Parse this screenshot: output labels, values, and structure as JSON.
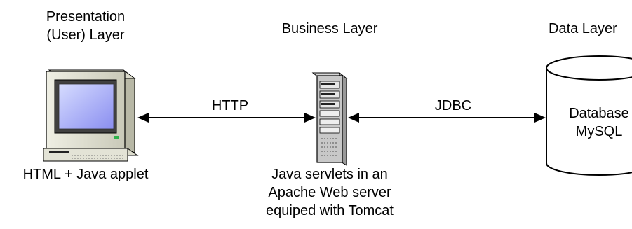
{
  "layers": {
    "presentation": {
      "title_line1": "Presentation",
      "title_line2": "(User) Layer",
      "caption": "HTML + Java applet"
    },
    "business": {
      "title": "Business Layer",
      "caption_line1": "Java servlets in an",
      "caption_line2": "Apache Web server",
      "caption_line3": "equiped with Tomcat"
    },
    "data": {
      "title": "Data Layer",
      "db_line1": "Database",
      "db_line2": "MySQL"
    }
  },
  "connections": {
    "left": {
      "label": "HTTP"
    },
    "right": {
      "label": "JDBC"
    }
  },
  "icons": {
    "client": "desktop-computer-icon",
    "server": "server-tower-icon",
    "database": "database-cylinder-icon"
  }
}
